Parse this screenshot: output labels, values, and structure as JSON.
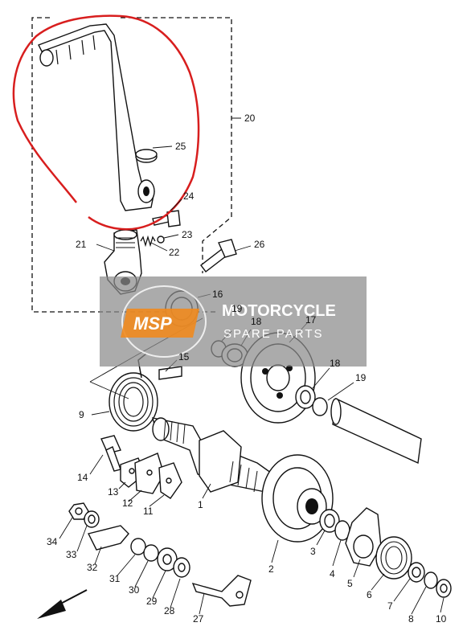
{
  "diagram": {
    "parts": [
      {
        "id": "p1",
        "label": "1"
      },
      {
        "id": "p2",
        "label": "2"
      },
      {
        "id": "p3",
        "label": "3"
      },
      {
        "id": "p4",
        "label": "4"
      },
      {
        "id": "p5",
        "label": "5"
      },
      {
        "id": "p6",
        "label": "6"
      },
      {
        "id": "p7",
        "label": "7"
      },
      {
        "id": "p8",
        "label": "8"
      },
      {
        "id": "p9",
        "label": "9"
      },
      {
        "id": "p10",
        "label": "10"
      },
      {
        "id": "p11",
        "label": "11"
      },
      {
        "id": "p12",
        "label": "12"
      },
      {
        "id": "p13",
        "label": "13"
      },
      {
        "id": "p14",
        "label": "14"
      },
      {
        "id": "p15",
        "label": "15"
      },
      {
        "id": "p16",
        "label": "16"
      },
      {
        "id": "p17",
        "label": "17"
      },
      {
        "id": "p18a",
        "label": "18"
      },
      {
        "id": "p18b",
        "label": "18"
      },
      {
        "id": "p19a",
        "label": "19"
      },
      {
        "id": "p19b",
        "label": "19"
      },
      {
        "id": "p20",
        "label": "20"
      },
      {
        "id": "p21",
        "label": "21"
      },
      {
        "id": "p22",
        "label": "22"
      },
      {
        "id": "p23",
        "label": "23"
      },
      {
        "id": "p24",
        "label": "24"
      },
      {
        "id": "p25",
        "label": "25"
      },
      {
        "id": "p26",
        "label": "26"
      },
      {
        "id": "p27",
        "label": "27"
      },
      {
        "id": "p28",
        "label": "28"
      },
      {
        "id": "p29",
        "label": "29"
      },
      {
        "id": "p30",
        "label": "30"
      },
      {
        "id": "p31",
        "label": "31"
      },
      {
        "id": "p32",
        "label": "32"
      },
      {
        "id": "p33",
        "label": "33"
      },
      {
        "id": "p34",
        "label": "34"
      }
    ]
  },
  "watermark": {
    "logo_text": "MSP",
    "title": "MOTORCYCLE",
    "subtitle": "SPARE PARTS"
  },
  "colors": {
    "highlight": "#d81e1e",
    "watermark_bg": "#8a8a8a",
    "watermark_logo": "#f08a1e"
  }
}
